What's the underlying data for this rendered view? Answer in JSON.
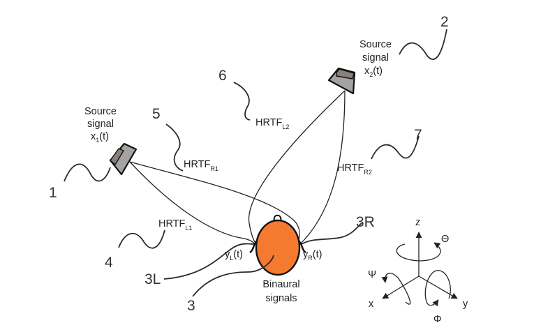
{
  "title": "Binaural synthesis with HRTFs from two sources",
  "colors": {
    "head_fill": "#f47a30",
    "speaker_body": "#a3a3a3",
    "speaker_face": "#8a7f7b",
    "ink": "#222222"
  },
  "sources": [
    {
      "ref": "1",
      "line1": "Source",
      "line2": "signal",
      "sig_main": "x",
      "sig_sub": "1",
      "sig_tail": "(t)",
      "icon": "loudspeaker-icon"
    },
    {
      "ref": "2",
      "line1": "Source",
      "line2": "signal",
      "sig_main": "x",
      "sig_sub": "2",
      "sig_tail": "(t)",
      "icon": "loudspeaker-icon"
    }
  ],
  "hrtfs": [
    {
      "ref": "4",
      "main": "HRTF",
      "sub": "L1"
    },
    {
      "ref": "5",
      "main": "HRTF",
      "sub": "R1"
    },
    {
      "ref": "6",
      "main": "HRTF",
      "sub": "L2"
    },
    {
      "ref": "7",
      "main": "HRTF",
      "sub": "R2"
    }
  ],
  "listener": {
    "ref": "3",
    "left_ref": "3L",
    "right_ref": "3R",
    "left_signal": {
      "main": "y",
      "sub": "L",
      "tail": "(t)"
    },
    "right_signal": {
      "main": "y",
      "sub": "R",
      "tail": "(t)"
    },
    "caption_line1": "Binaural",
    "caption_line2": "signals"
  },
  "axes": {
    "z": "z",
    "x": "x",
    "y": "y",
    "theta": "Θ",
    "psi": "Ψ",
    "phi": "Φ"
  }
}
